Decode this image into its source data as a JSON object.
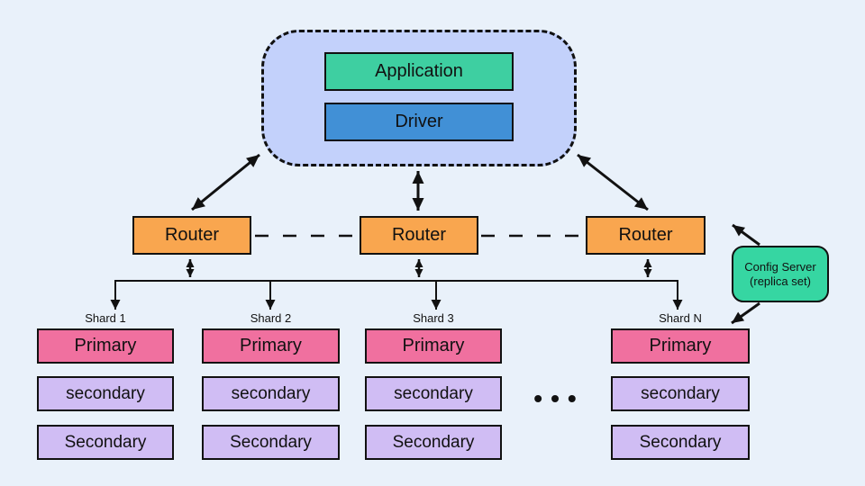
{
  "colors": {
    "bg": "#e9f1fa",
    "cluster-fill": "#c3d1fb",
    "application-fill": "#3ecfa1",
    "driver-fill": "#4190d6",
    "router-fill": "#f9a64f",
    "primary-fill": "#f0709f",
    "secondary-fill": "#d0bdf4",
    "config-fill": "#36d6a2",
    "line": "#111111"
  },
  "app_cluster": {
    "application": "Application",
    "driver": "Driver"
  },
  "routers": [
    "Router",
    "Router",
    "Router"
  ],
  "config_server": {
    "line1": "Config Server",
    "line2": "(replica set)"
  },
  "shards": [
    {
      "label": "Shard 1",
      "nodes": [
        "Primary",
        "secondary",
        "Secondary"
      ]
    },
    {
      "label": "Shard 2",
      "nodes": [
        "Primary",
        "secondary",
        "Secondary"
      ]
    },
    {
      "label": "Shard 3",
      "nodes": [
        "Primary",
        "secondary",
        "Secondary"
      ]
    },
    {
      "label": "Shard N",
      "nodes": [
        "Primary",
        "secondary",
        "Secondary"
      ]
    }
  ],
  "ellipsis": "•••"
}
